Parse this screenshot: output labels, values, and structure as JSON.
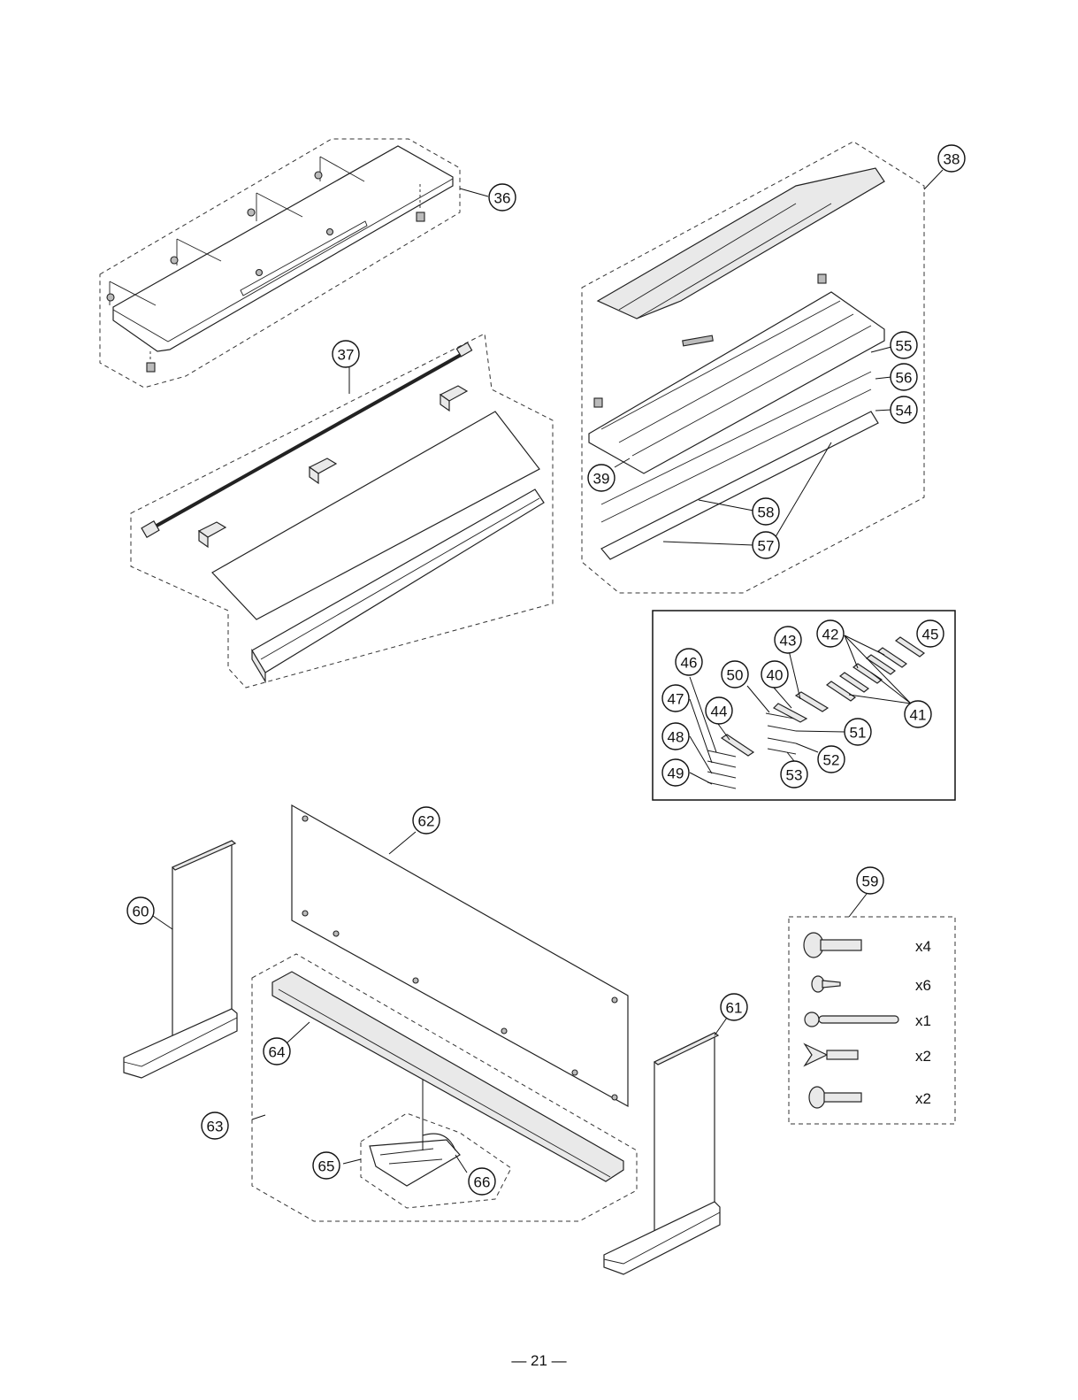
{
  "diagram": {
    "callouts": [
      {
        "id": "c36",
        "label": "36"
      },
      {
        "id": "c37",
        "label": "37"
      },
      {
        "id": "c38",
        "label": "38"
      },
      {
        "id": "c39",
        "label": "39"
      },
      {
        "id": "c40",
        "label": "40"
      },
      {
        "id": "c41",
        "label": "41"
      },
      {
        "id": "c42",
        "label": "42"
      },
      {
        "id": "c43",
        "label": "43"
      },
      {
        "id": "c44",
        "label": "44"
      },
      {
        "id": "c45",
        "label": "45"
      },
      {
        "id": "c46",
        "label": "46"
      },
      {
        "id": "c47",
        "label": "47"
      },
      {
        "id": "c48",
        "label": "48"
      },
      {
        "id": "c49",
        "label": "49"
      },
      {
        "id": "c50",
        "label": "50"
      },
      {
        "id": "c51",
        "label": "51"
      },
      {
        "id": "c52",
        "label": "52"
      },
      {
        "id": "c53",
        "label": "53"
      },
      {
        "id": "c54",
        "label": "54"
      },
      {
        "id": "c55",
        "label": "55"
      },
      {
        "id": "c56",
        "label": "56"
      },
      {
        "id": "c57",
        "label": "57"
      },
      {
        "id": "c58",
        "label": "58"
      },
      {
        "id": "c59",
        "label": "59"
      },
      {
        "id": "c60",
        "label": "60"
      },
      {
        "id": "c61",
        "label": "61"
      },
      {
        "id": "c62",
        "label": "62"
      },
      {
        "id": "c63",
        "label": "63"
      },
      {
        "id": "c64",
        "label": "64"
      },
      {
        "id": "c65",
        "label": "65"
      },
      {
        "id": "c66",
        "label": "66"
      }
    ],
    "hardware_quantities": [
      {
        "id": "q1",
        "label": "x4"
      },
      {
        "id": "q2",
        "label": "x6"
      },
      {
        "id": "q3",
        "label": "x1"
      },
      {
        "id": "q4",
        "label": "x2"
      },
      {
        "id": "q5",
        "label": "x2"
      }
    ]
  },
  "page_number": "— 21 —"
}
